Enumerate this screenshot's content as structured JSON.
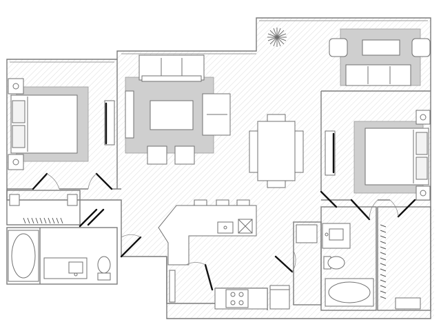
{
  "plan": {
    "accent_colors": {
      "wall": "#7a7a7a",
      "door": "#111111",
      "rug": "#cfcfcf",
      "hatch": "#d9d9d9"
    },
    "rooms": [
      {
        "id": "bedroom-left"
      },
      {
        "id": "living-room"
      },
      {
        "id": "dining-area"
      },
      {
        "id": "kitchen"
      },
      {
        "id": "bath-left"
      },
      {
        "id": "bedroom-right"
      },
      {
        "id": "bath-right"
      },
      {
        "id": "balcony"
      },
      {
        "id": "laundry"
      }
    ],
    "icons": [
      "plant-icon",
      "stove-icon",
      "sink-icon",
      "toilet-icon",
      "bathtub-icon",
      "bed-icon",
      "sofa-icon",
      "chair-icon",
      "table-icon",
      "door-icon"
    ]
  }
}
